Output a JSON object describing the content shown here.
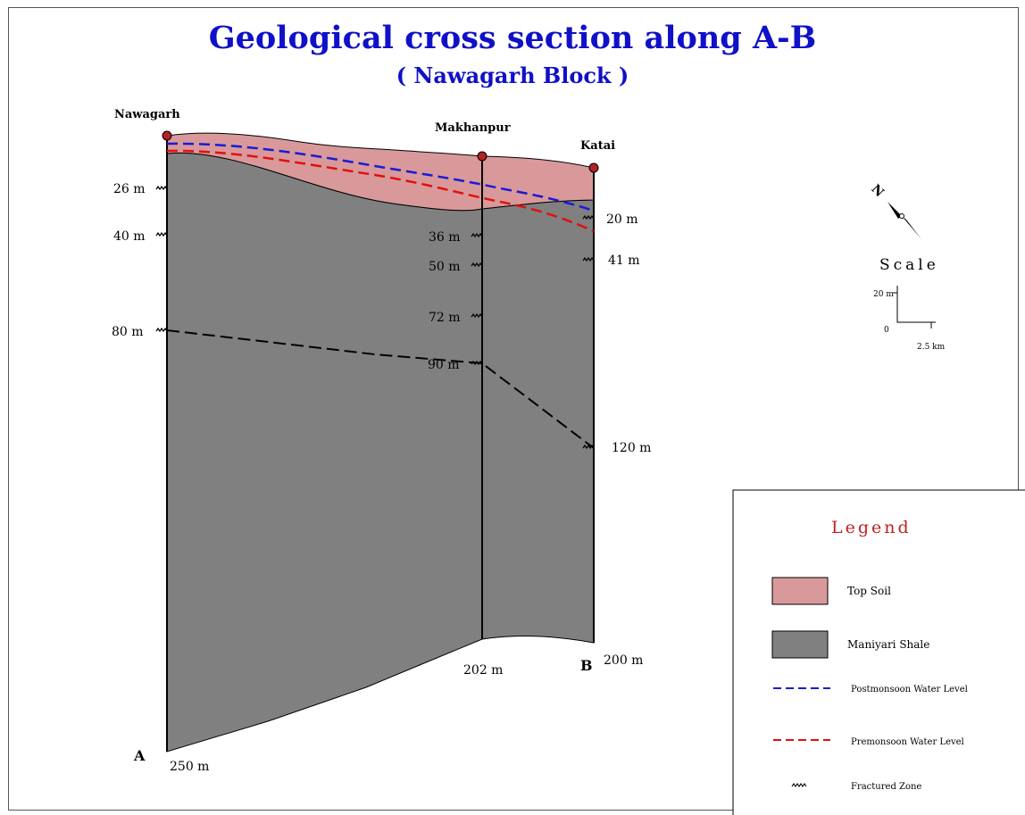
{
  "title": "Geological cross section along A-B",
  "subtitle": "( Nawagarh Block )",
  "wells": {
    "left": "Nawagarh",
    "middle": "Makhanpur",
    "right": "Katai"
  },
  "depths": {
    "left": [
      "26 m",
      "40 m",
      "80 m"
    ],
    "middle": [
      "36 m",
      "50 m",
      "72 m",
      "90 m"
    ],
    "right": [
      "20 m",
      "41 m",
      "120 m"
    ]
  },
  "bottom_depths": {
    "left": "250 m",
    "middle": "202 m",
    "right": "200 m"
  },
  "section_ends": {
    "start": "A",
    "end": "B"
  },
  "north_label": "N",
  "scale": {
    "title": "Scale",
    "vertical": "20 m",
    "origin": "0",
    "horizontal": "2.5 km"
  },
  "legend": {
    "title": "Legend",
    "items": [
      {
        "label": "Top Soil",
        "color": "#d9999a"
      },
      {
        "label": "Maniyari Shale",
        "color": "#808080"
      },
      {
        "label": "Postmonsoon Water Level",
        "color": "#1a1ad6"
      },
      {
        "label": "Premonsoon Water Level",
        "color": "#e01010"
      },
      {
        "label": "Fractured Zone",
        "color": "#000000"
      }
    ]
  },
  "colors": {
    "title": "#1010c8",
    "legend_title": "#c02020",
    "top_soil": "#d9999a",
    "shale": "#808080",
    "well_head": "#b22222"
  }
}
